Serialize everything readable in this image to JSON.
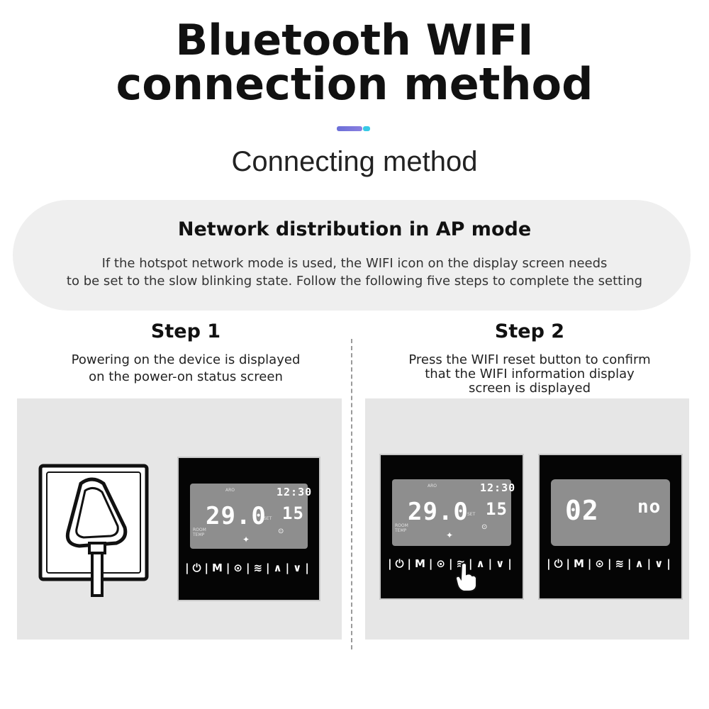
{
  "header": {
    "title_line1": "Bluetooth WIFI",
    "title_line2": "connection method",
    "subtitle": "Connecting method"
  },
  "colors": {
    "accent_left": "#6b6fd8",
    "accent_right": "#37c9e6",
    "panel_bg": "#efefef",
    "thermostat_body": "#050505",
    "lcd": "#8e8e8e"
  },
  "ap_mode": {
    "title": "Network distribution in AP mode",
    "desc_line1": "If the hotspot network mode is used, the WIFI icon on the display screen needs",
    "desc_line2": "to be set to the slow blinking state. Follow the following five steps to complete the setting"
  },
  "steps": [
    {
      "title": "Step 1",
      "desc_line1": "Powering on the device is displayed",
      "desc_line2": "on the power-on status screen",
      "desc_line3": ""
    },
    {
      "title": "Step 2",
      "desc_line1": "Press the WIFI reset button to confirm",
      "desc_line2": "that the WIFI information display",
      "desc_line3": "screen is displayed"
    }
  ],
  "display_main": {
    "clock": "12:30",
    "room_temp": "29.0",
    "set_temp": "15",
    "set_label": "SET",
    "room_label": "ROOM TEMP",
    "mode_label": "ARO"
  },
  "display_wifi": {
    "left_code": "02",
    "right_code": "no"
  },
  "buttons": {
    "row": "|⏻|M|⊙|≋|∧|∨|"
  },
  "icons": [
    "wall-socket-icon",
    "plug-icon",
    "power-icon",
    "mode-icon",
    "clock-icon",
    "wifi-icon",
    "up-icon",
    "down-icon",
    "hand-pointer-icon"
  ]
}
